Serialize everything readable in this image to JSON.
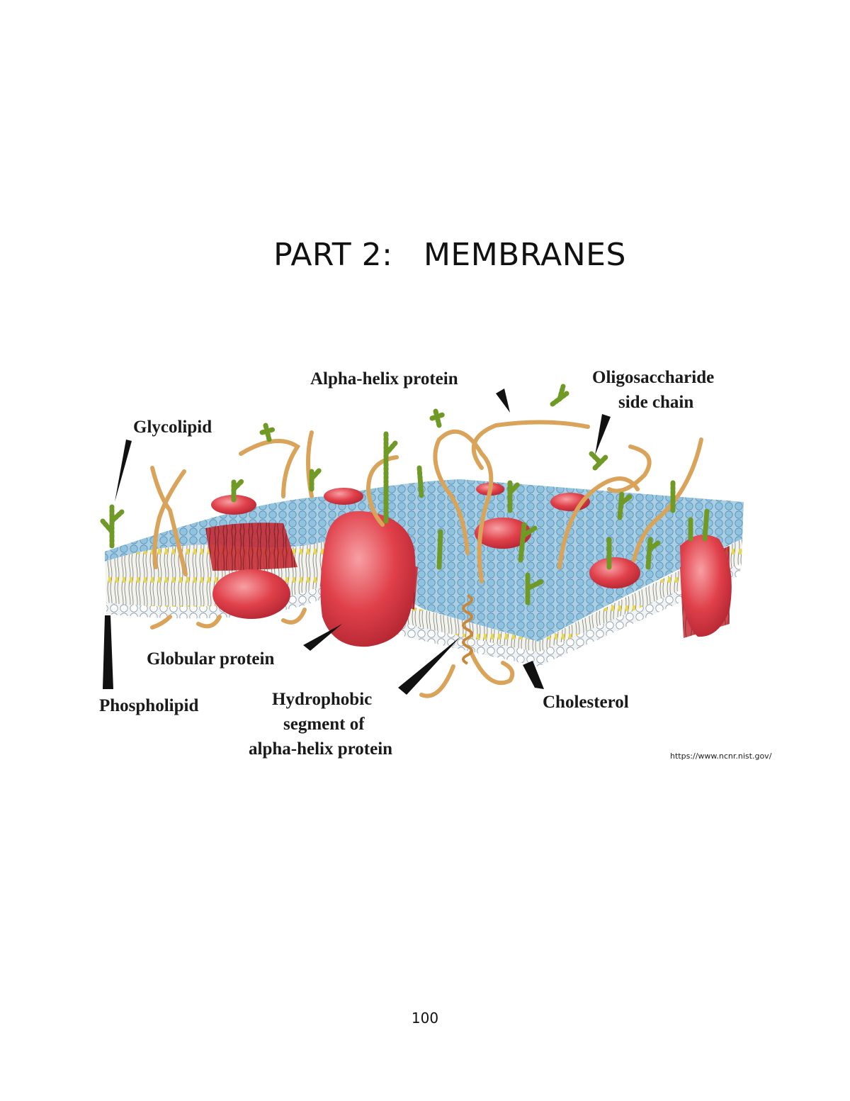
{
  "title": "PART 2:   MEMBRANES",
  "figure": {
    "labels": {
      "alpha_helix_protein": "Alpha-helix protein",
      "oligosaccharide_line1": "Oligosaccharide",
      "oligosaccharide_line2": "side chain",
      "glycolipid": "Glycolipid",
      "globular_protein": "Globular protein",
      "phospholipid": "Phospholipid",
      "hydrophobic_line1": "Hydrophobic",
      "hydrophobic_line2": "segment of",
      "hydrophobic_line3": "alpha-helix protein",
      "cholesterol": "Cholesterol"
    },
    "credit": "https://www.ncnr.nist.gov/",
    "colors": {
      "protein": "#e0404a",
      "phospholipid_head": "#8fc3e0",
      "cholesterol": "#e8d84a",
      "oligosaccharide": "#9ccc3c",
      "helix": "#d9a45a"
    }
  },
  "page_number": "100"
}
